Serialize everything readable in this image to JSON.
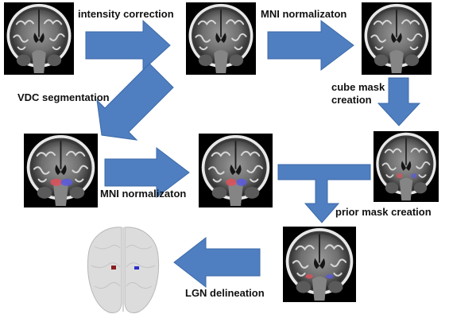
{
  "labels": {
    "intensity_correction": "intensity correction",
    "mni_normalization_1": "MNI normalizaton",
    "vdc_segmentation": "VDC segmentation",
    "cube_mask_creation": "cube mask creation",
    "mni_normalization_2": "MNI normalizaton",
    "prior_mask_creation": "prior mask creation",
    "lgn_delineation": "LGN delineation"
  },
  "colors": {
    "arrow_fill": "#4f7fc1",
    "arrow_stroke": "#3d6aa8",
    "scan_bg": "#000000",
    "left_lgn": "#e0505a",
    "right_lgn": "#5a5ae0",
    "brain_render": "#d9d9d9"
  },
  "icons": {
    "mri": "coronal-mri-slice-icon",
    "brain": "3d-brain-render-icon",
    "arrow": "block-arrow-icon"
  }
}
